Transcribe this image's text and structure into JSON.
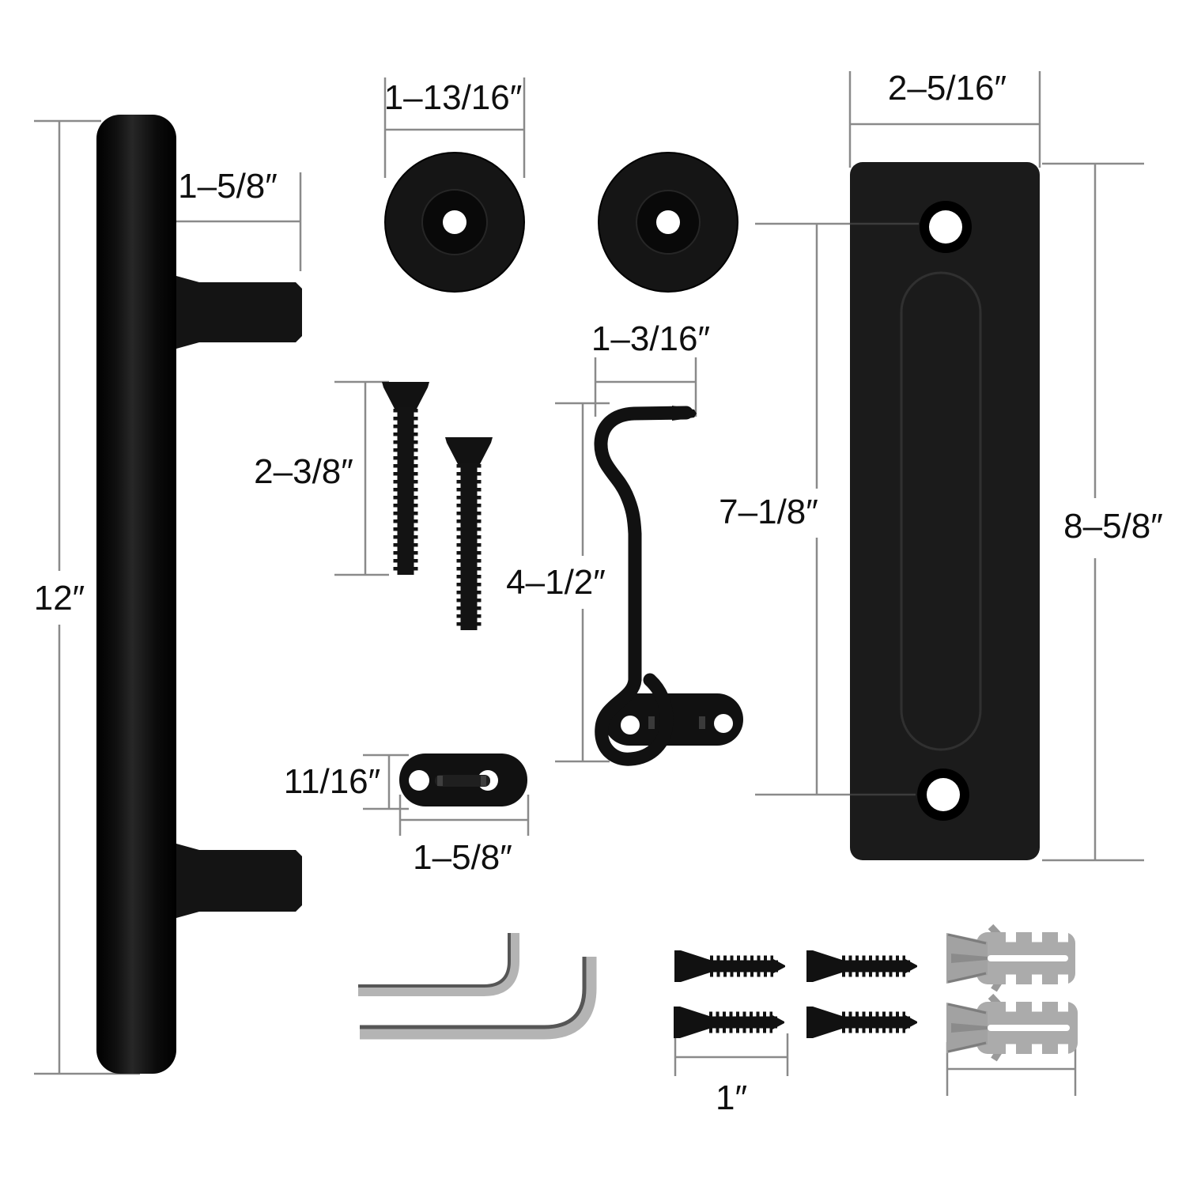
{
  "colors": {
    "part_black": "#121212",
    "plate_black": "#1b1b1b",
    "dim_line_gray": "#8a8a8a",
    "metal_gray": "#b4b4b4",
    "metal_edge_gray": "#555555",
    "anchor_gray": "#ababab",
    "background": "#ffffff"
  },
  "parts": {
    "handle": {
      "name": "door pull handle",
      "length_label": "12″",
      "projection_label": "1–5/8″"
    },
    "washers": {
      "name": "round washers",
      "count": 2,
      "diameter_label": "1–13/16″"
    },
    "machine_screws": {
      "name": "flat head machine screws",
      "count": 2,
      "length_label": "2–3/8″"
    },
    "cabin_hook": {
      "name": "cabin hook latch",
      "width_label": "1–3/16″",
      "length_label": "4–1/2″"
    },
    "flush_plate": {
      "name": "flush pull plate",
      "width_label": "2–5/16″",
      "hole_spacing_label": "7–1/8″",
      "height_label": "8–5/8″"
    },
    "keeper_plate": {
      "name": "hook keeper plate",
      "height_label": "11/16″",
      "width_label": "1–5/8″"
    },
    "allen_keys": {
      "name": "allen wrenches",
      "count": 2
    },
    "wood_screws": {
      "name": "mounting screws",
      "count": 4,
      "length_label": "1″"
    },
    "wall_anchors": {
      "name": "plastic wall anchors",
      "count": 2
    }
  }
}
